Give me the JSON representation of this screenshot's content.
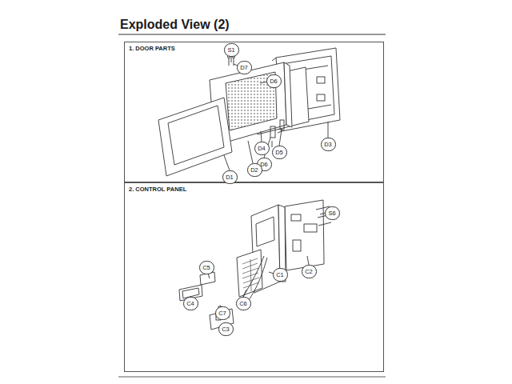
{
  "diagram": {
    "title": "Exploded View (2)",
    "nodes": [
      {
        "text": [
          "1. DOOR PARTS"
        ]
      },
      {
        "text": [
          "2. CONTROL PANEL"
        ]
      }
    ],
    "labels": [
      "S1",
      "D7",
      "D6",
      "D3",
      "D4",
      "D5",
      "D6",
      "D2",
      "D1",
      "S6",
      "C2",
      "C1",
      "C5",
      "C4",
      "C6",
      "C7",
      "C3"
    ]
  }
}
